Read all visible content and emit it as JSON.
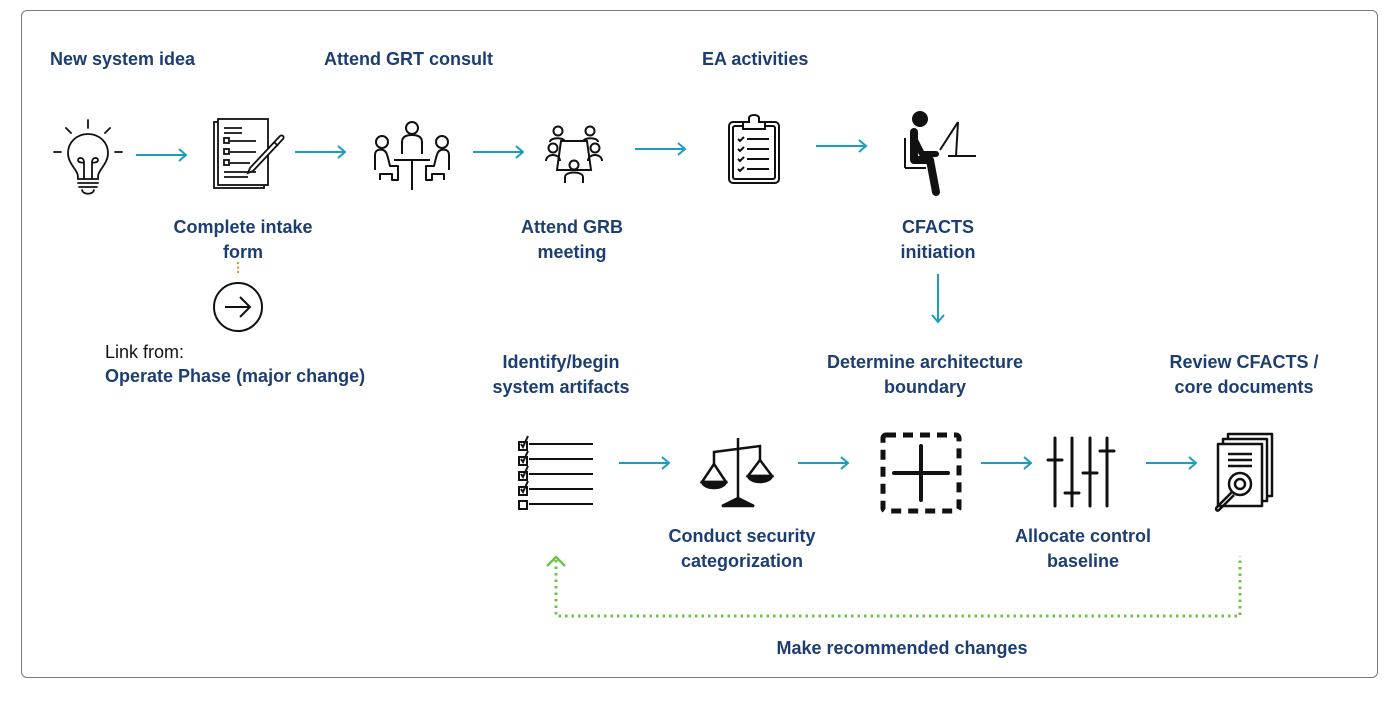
{
  "diagram": {
    "colors": {
      "label": "#1d3e72",
      "flow_arrow": "#1a9dbf",
      "feedback_arrow": "#6cc24a",
      "link_connector": "#e8922e",
      "frame_border": "#7a7a7a",
      "icon": "#111111"
    },
    "top_row": [
      {
        "id": "new-system-idea",
        "label": "New system idea",
        "icon": "lightbulb-icon"
      },
      {
        "id": "complete-intake-form",
        "label_line1": "Complete intake",
        "label_line2": "form",
        "icon": "form-with-pen-icon"
      },
      {
        "id": "attend-grt-consult",
        "label": "Attend GRT consult",
        "icon": "meeting-table-icon"
      },
      {
        "id": "attend-grb-meeting",
        "label_line1": "Attend GRB",
        "label_line2": "meeting",
        "icon": "board-meeting-icon"
      },
      {
        "id": "ea-activities",
        "label": "EA activities",
        "icon": "clipboard-checklist-icon"
      },
      {
        "id": "cfacts-initiation",
        "label_line1": "CFACTS",
        "label_line2": "initiation",
        "icon": "person-at-computer-icon"
      }
    ],
    "bottom_row": [
      {
        "id": "identify-system-artifacts",
        "label_line1": "Identify/begin",
        "label_line2": "system artifacts",
        "icon": "checklist-icon"
      },
      {
        "id": "conduct-security-categorization",
        "label_line1": "Conduct security",
        "label_line2": "categorization",
        "icon": "scales-icon"
      },
      {
        "id": "determine-architecture-boundary",
        "label_line1": "Determine architecture",
        "label_line2": "boundary",
        "icon": "dashed-boundary-icon"
      },
      {
        "id": "allocate-control-baseline",
        "label_line1": "Allocate control",
        "label_line2": "baseline",
        "icon": "sliders-icon"
      },
      {
        "id": "review-cfacts-core-documents",
        "label_line1": "Review CFACTS /",
        "label_line2": "core documents",
        "icon": "document-search-icon"
      }
    ],
    "link": {
      "prefix": "Link from:",
      "target": "Operate Phase (major change)",
      "icon": "circle-arrow-right-icon"
    },
    "feedback_loop": {
      "label": "Make recommended changes"
    }
  }
}
